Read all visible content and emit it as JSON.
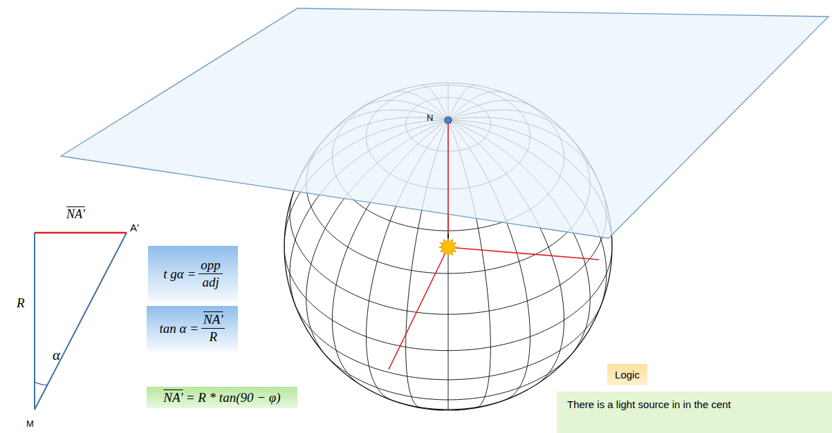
{
  "diagram": {
    "nodes": [
      {
        "text": [
          "t gα =",
          "opp",
          "adj"
        ]
      },
      {
        "text": [
          "tan α =",
          "NA'",
          "R"
        ]
      },
      {
        "text": [
          "NA'",
          "= R * tan(90 − φ)"
        ]
      },
      {
        "text": [
          "Logic"
        ]
      },
      {
        "text": [
          "There is a light source in in the cent"
        ]
      }
    ],
    "labels": [
      "N",
      "NA'",
      "A′",
      "R",
      "α",
      "M"
    ]
  }
}
